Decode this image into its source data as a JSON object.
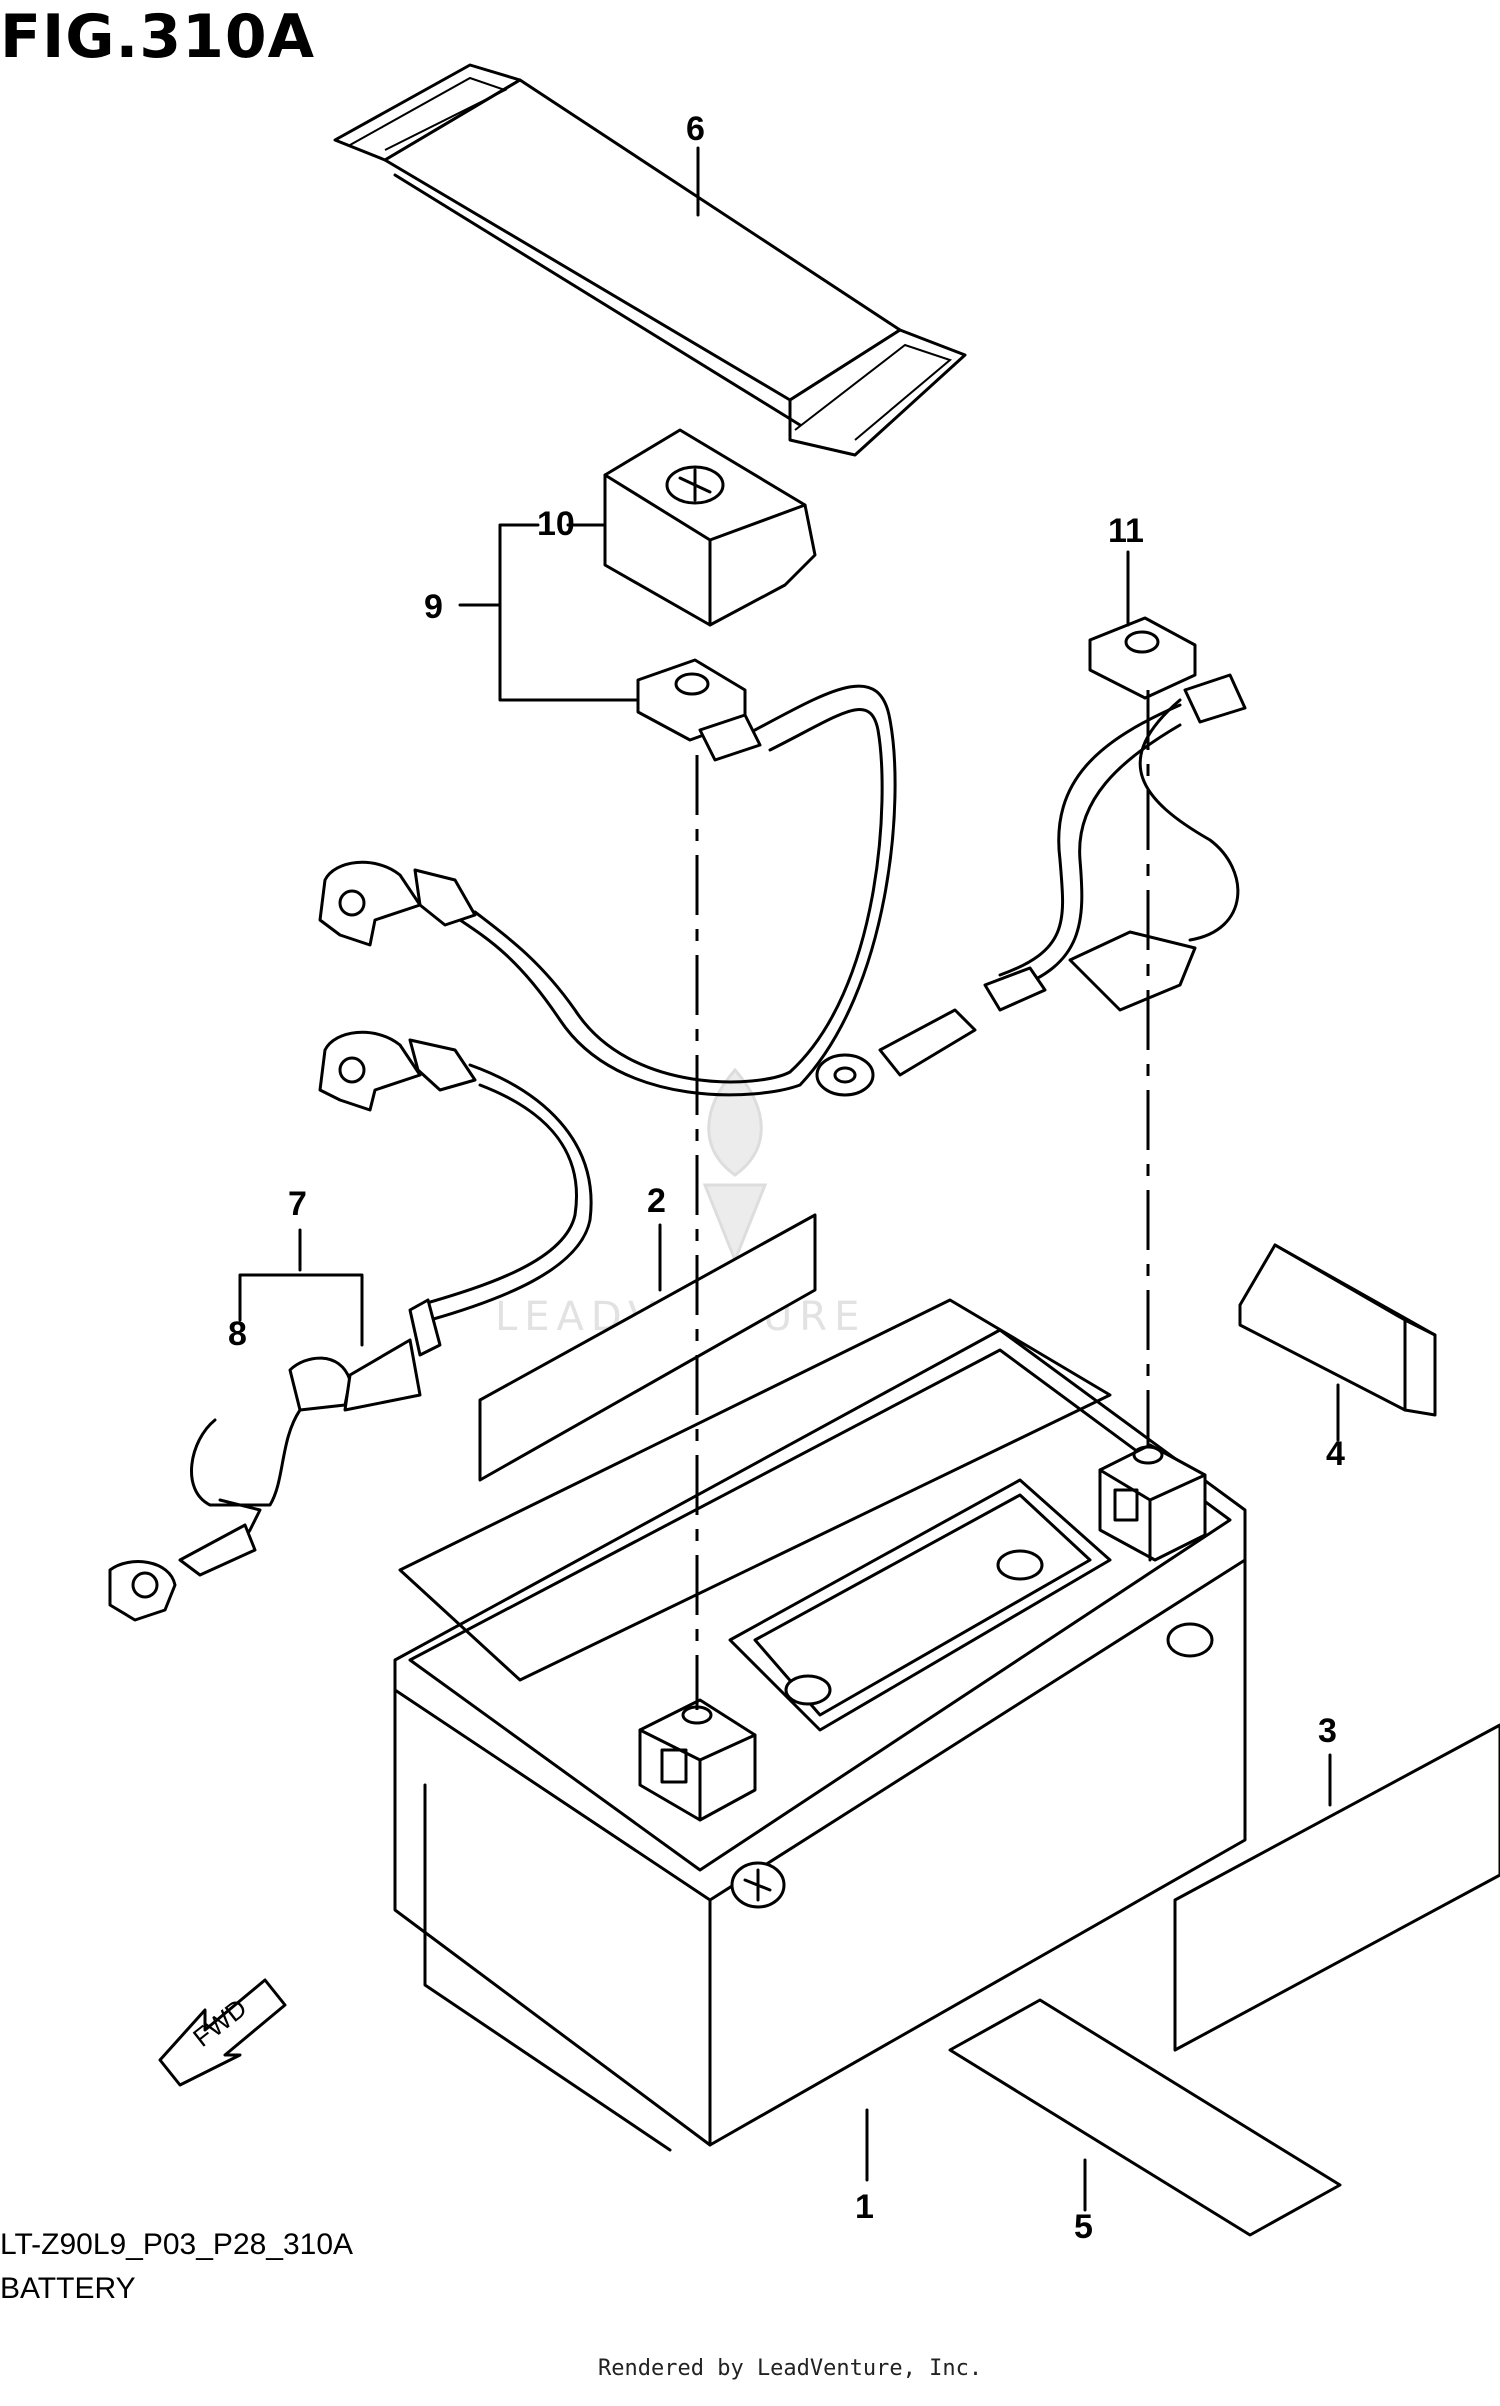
{
  "figure": {
    "title": "FIG.310A",
    "code": "LT-Z90L9_P03_P28_310A",
    "name": "BATTERY",
    "render_credit": "Rendered by LeadVenture, Inc.",
    "watermark": "LEADVENTURE",
    "direction_label": "FWD"
  },
  "callouts": [
    "1",
    "2",
    "3",
    "4",
    "5",
    "6",
    "7",
    "8",
    "9",
    "10",
    "11"
  ]
}
